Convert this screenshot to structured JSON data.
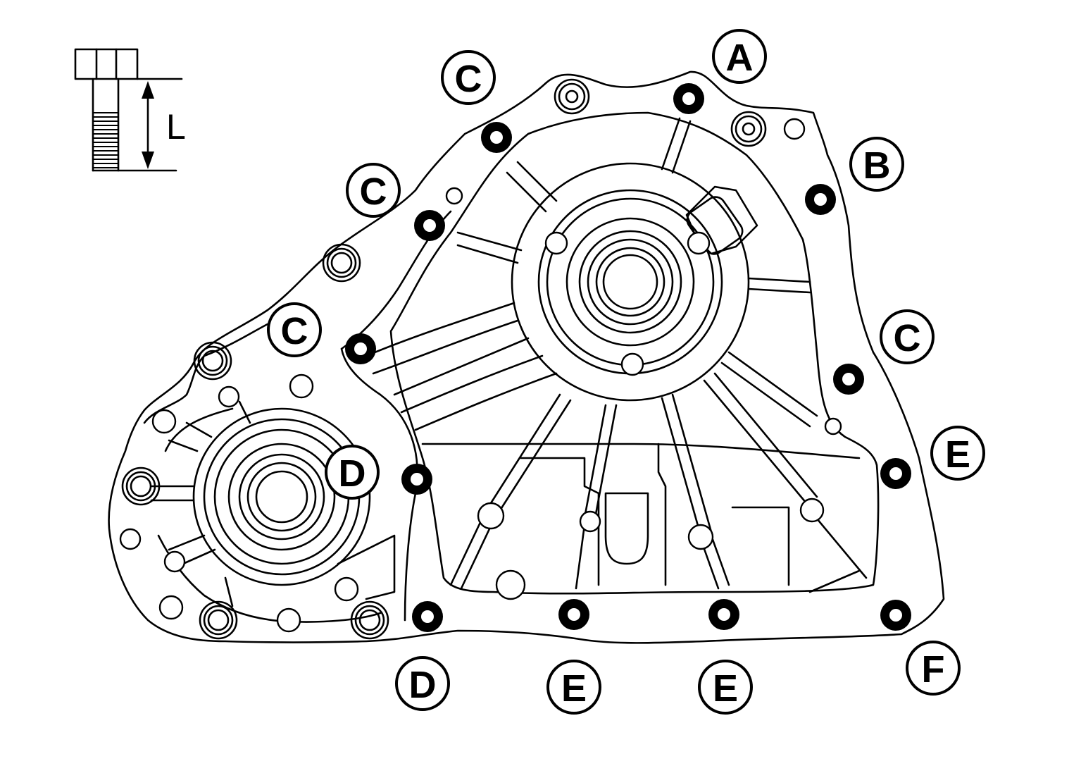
{
  "legend": {
    "length_label": "L"
  },
  "callouts": [
    {
      "id": "a1",
      "label": "A"
    },
    {
      "id": "b1",
      "label": "B"
    },
    {
      "id": "c1",
      "label": "C"
    },
    {
      "id": "c2",
      "label": "C"
    },
    {
      "id": "c3",
      "label": "C"
    },
    {
      "id": "c4",
      "label": "C"
    },
    {
      "id": "d1",
      "label": "D"
    },
    {
      "id": "d2",
      "label": "D"
    },
    {
      "id": "e1",
      "label": "E"
    },
    {
      "id": "e2",
      "label": "E"
    },
    {
      "id": "e3",
      "label": "E"
    },
    {
      "id": "f1",
      "label": "F"
    }
  ]
}
